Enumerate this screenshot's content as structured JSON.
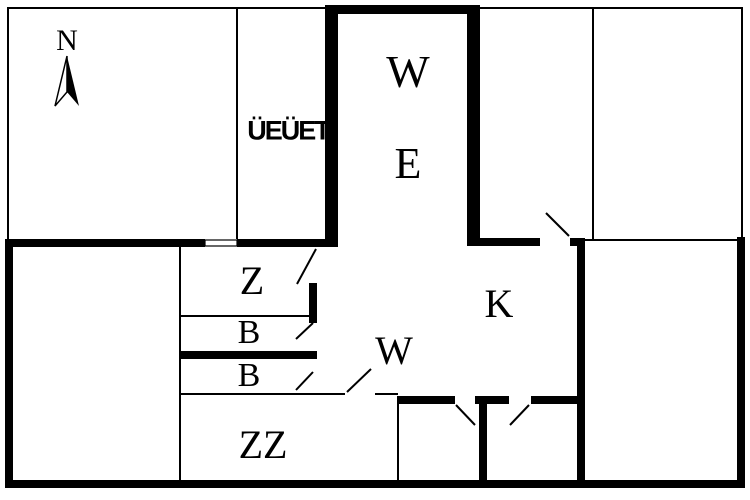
{
  "plan": {
    "compass": "N",
    "annotation": "ÜEÜET",
    "rooms": {
      "w_top": "W",
      "e_hall": "E",
      "z": "Z",
      "b1": "B",
      "b2": "B",
      "w_hall": "W",
      "k": "K",
      "zz": "ZZ"
    }
  },
  "colors": {
    "wall": "#000000",
    "line": "#000000",
    "background": "#ffffff"
  }
}
